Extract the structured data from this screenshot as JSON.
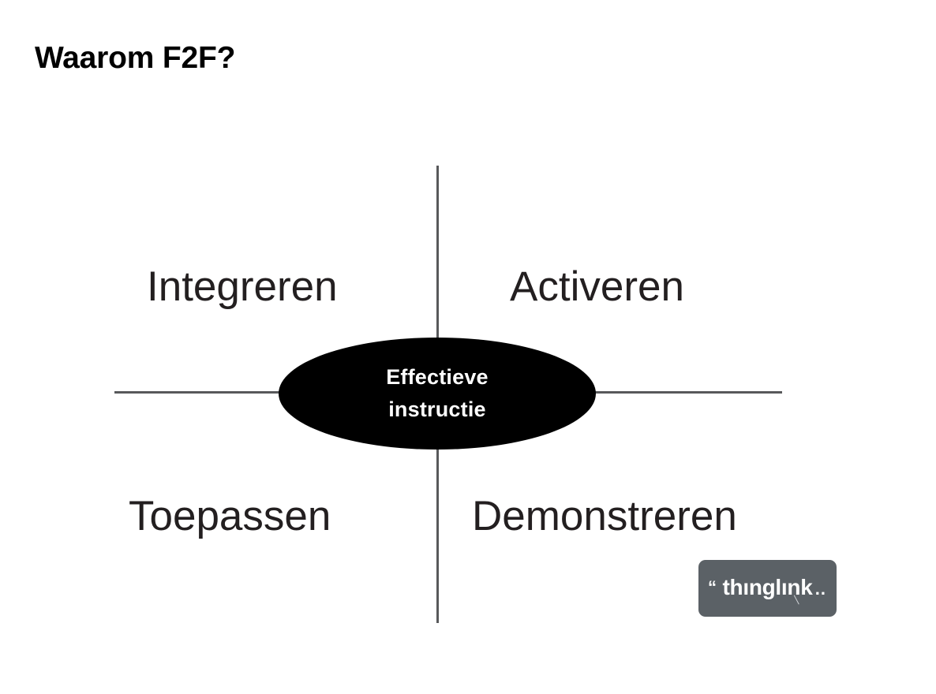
{
  "slide": {
    "title": "Waarom F2F?",
    "background_color": "#ffffff"
  },
  "diagram": {
    "type": "quadrant",
    "axis_color": "#58595b",
    "center": {
      "shape": "ellipse",
      "fill_color": "#000000",
      "text_color": "#ffffff",
      "line1": "Effectieve",
      "line2": "instructie"
    },
    "quadrants": [
      {
        "position": "top-left",
        "label": "Integreren"
      },
      {
        "position": "top-right",
        "label": "Activeren"
      },
      {
        "position": "bottom-left",
        "label": "Toepassen"
      },
      {
        "position": "bottom-right",
        "label": "Demonstreren"
      }
    ]
  },
  "watermark": {
    "brand": "thınglınk",
    "quote_left": "“",
    "dots_right": "..",
    "background_color": "#5b6166",
    "text_color": "#ffffff"
  }
}
